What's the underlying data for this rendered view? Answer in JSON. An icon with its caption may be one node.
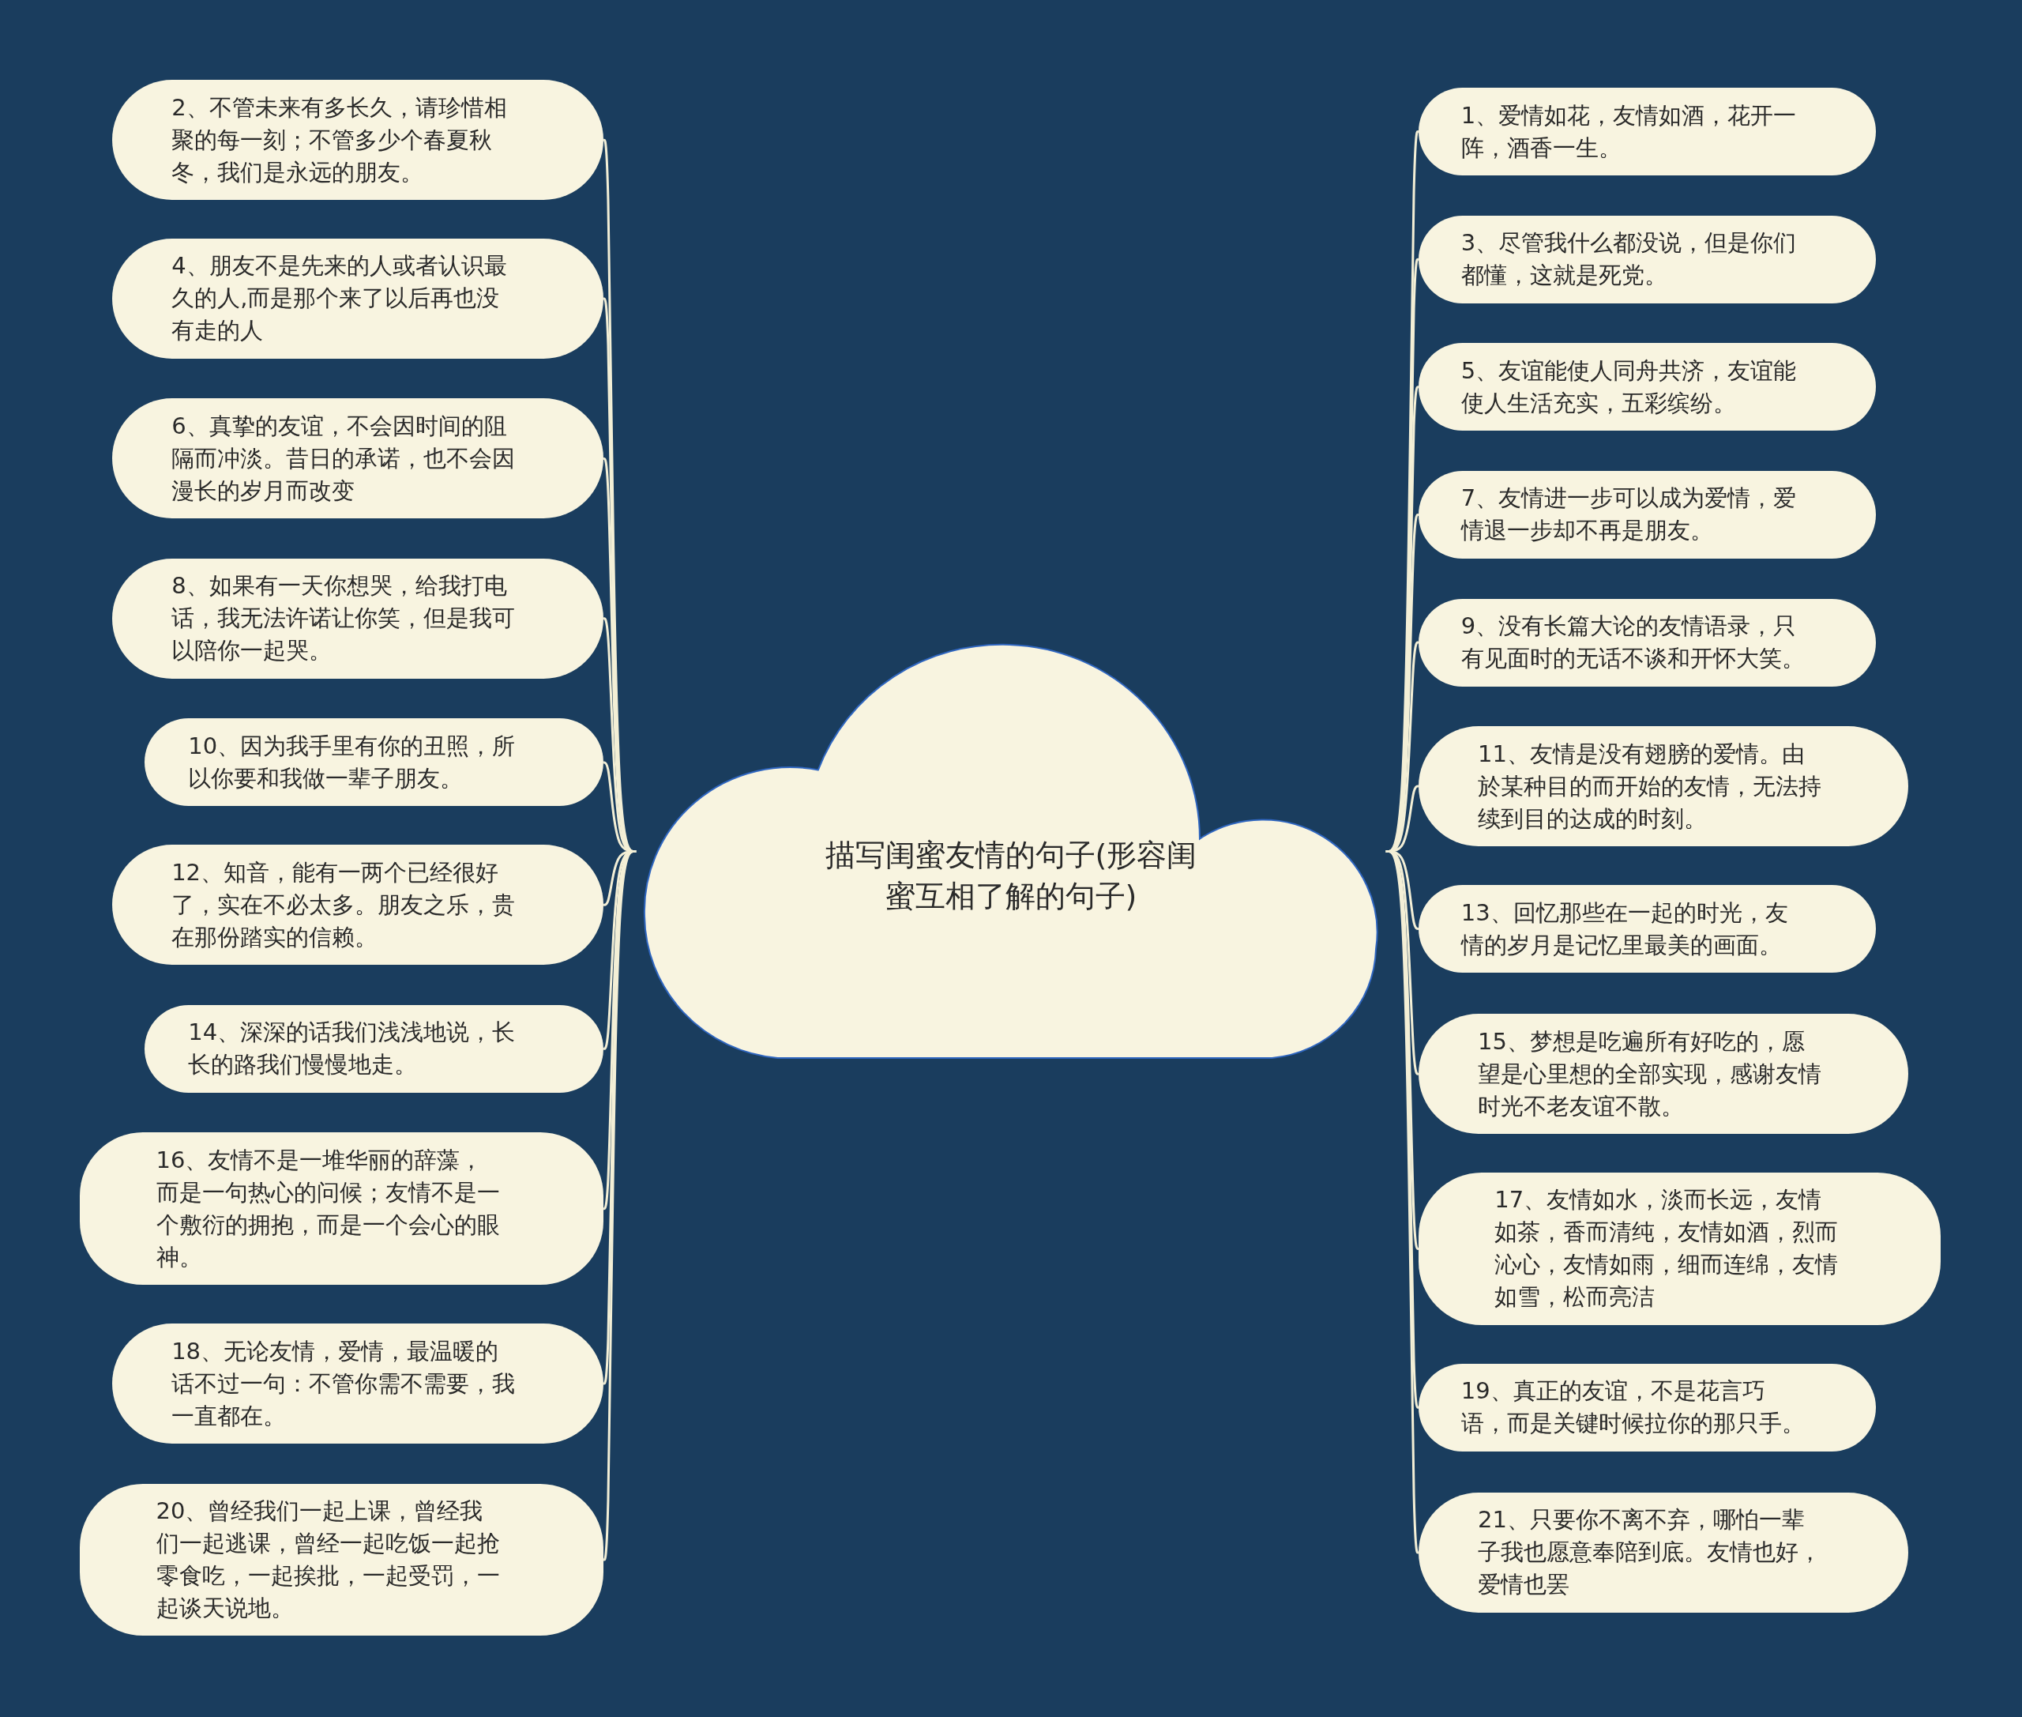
{
  "diagram": {
    "nodes": [
      {
        "text": [
          "描写闺蜜友情的句子(形容闺蜜互相了解的句子)"
        ]
      },
      {
        "text": [
          "1、爱情如花，友情如酒，花开一阵，酒香一生。"
        ]
      },
      {
        "text": [
          "2、不管未来有多长久，请珍惜相聚的每一刻；不管多少个春夏秋冬，我们是永远的朋友。"
        ]
      },
      {
        "text": [
          "3、尽管我什么都没说，但是你们都懂，这就是死党。"
        ]
      },
      {
        "text": [
          "4、朋友不是先来的人或者认识最久的人,而是那个来了以后再也没有走的人"
        ]
      },
      {
        "text": [
          "5、友谊能使人同舟共济，友谊能使人生活充实，五彩缤纷。"
        ]
      },
      {
        "text": [
          "6、真挚的友谊，不会因时间的阻隔而冲淡。昔日的承诺，也不会因漫长的岁月而改变"
        ]
      },
      {
        "text": [
          "7、友情进一步可以成为爱情，爱情退一步却不再是朋友。"
        ]
      },
      {
        "text": [
          "8、如果有一天你想哭，给我打电话，我无法许诺让你笑，但是我可以陪你一起哭。"
        ]
      },
      {
        "text": [
          "9、没有长篇大论的友情语录，只有见面时的无话不谈和开怀大笑。"
        ]
      },
      {
        "text": [
          "10、因为我手里有你的丑照，所以你要和我做一辈子朋友。"
        ]
      },
      {
        "text": [
          "11、友情是没有翅膀的爱情。由於某种目的而开始的友情，无法持续到目的达成的时刻。"
        ]
      },
      {
        "text": [
          "12、知音，能有一两个已经很好了，实在不必太多。朋友之乐，贵在那份踏实的信赖。"
        ]
      },
      {
        "text": [
          "13、回忆那些在一起的时光，友情的岁月是记忆里最美的画面。"
        ]
      },
      {
        "text": [
          "14、深深的话我们浅浅地说，长长的路我们慢慢地走。"
        ]
      },
      {
        "text": [
          "15、梦想是吃遍所有好吃的，愿望是心里想的全部实现，感谢友情时光不老友谊不散。"
        ]
      },
      {
        "text": [
          "16、友情不是一堆华丽的辞藻，而是一句热心的问候；友情不是一个敷衍的拥抱，而是一个会心的眼神。"
        ]
      },
      {
        "text": [
          "17、友情如水，淡而长远，友情如茶，香而清纯，友情如酒，烈而沁心，友情如雨，细而连绵，友情如雪，松而亮洁"
        ]
      },
      {
        "text": [
          "18、无论友情，爱情，最温暖的话不过一句：不管你需不需要，我一直都在。"
        ]
      },
      {
        "text": [
          "19、真正的友谊，不是花言巧语，而是关键时候拉你的那只手。"
        ]
      },
      {
        "text": [
          "20、曾经我们一起上课，曾经我们一起逃课，曾经一起吃饭一起抢零食吃，一起挨批，一起受罚，一起谈天说地。"
        ]
      },
      {
        "text": [
          "21、只要你不离不弃，哪怕一辈子我也愿意奉陪到底。友情也好，爱情也罢"
        ]
      }
    ],
    "edges": [
      {
        "from": 0,
        "to": 1,
        "arrow": "none"
      },
      {
        "from": 0,
        "to": 2,
        "arrow": "none"
      },
      {
        "from": 0,
        "to": 3,
        "arrow": "none"
      },
      {
        "from": 0,
        "to": 4,
        "arrow": "none"
      },
      {
        "from": 0,
        "to": 5,
        "arrow": "none"
      },
      {
        "from": 0,
        "to": 6,
        "arrow": "none"
      },
      {
        "from": 0,
        "to": 7,
        "arrow": "none"
      },
      {
        "from": 0,
        "to": 8,
        "arrow": "none"
      },
      {
        "from": 0,
        "to": 9,
        "arrow": "none"
      },
      {
        "from": 0,
        "to": 10,
        "arrow": "none"
      },
      {
        "from": 0,
        "to": 11,
        "arrow": "none"
      },
      {
        "from": 0,
        "to": 12,
        "arrow": "none"
      },
      {
        "from": 0,
        "to": 13,
        "arrow": "none"
      },
      {
        "from": 0,
        "to": 14,
        "arrow": "none"
      },
      {
        "from": 0,
        "to": 15,
        "arrow": "none"
      },
      {
        "from": 0,
        "to": 16,
        "arrow": "none"
      },
      {
        "from": 0,
        "to": 17,
        "arrow": "none"
      },
      {
        "from": 0,
        "to": 18,
        "arrow": "none"
      },
      {
        "from": 0,
        "to": 19,
        "arrow": "none"
      },
      {
        "from": 0,
        "to": 20,
        "arrow": "none"
      },
      {
        "from": 0,
        "to": 21,
        "arrow": "none"
      }
    ]
  }
}
